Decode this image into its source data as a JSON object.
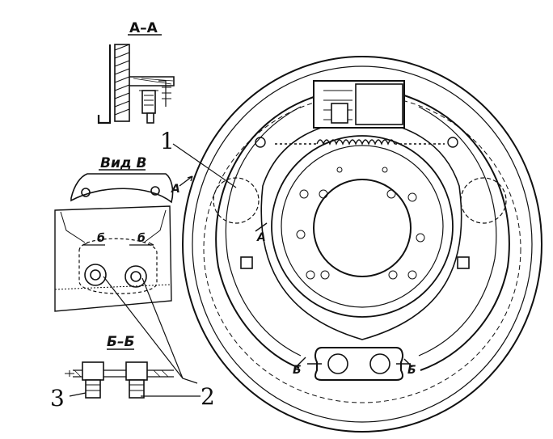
{
  "figure": {
    "section_labels": {
      "section_a": "А–А",
      "view_v": "Вид В",
      "section_b": "Б–Б"
    },
    "marks": {
      "a_upper": "А",
      "a_lower": "А",
      "b_left": "Б",
      "b_right": "Б",
      "delta_left": "б",
      "delta_right": "б"
    },
    "callouts": {
      "one": "1",
      "two": "2",
      "three": "3"
    }
  },
  "colors": {
    "ink": "#111111",
    "paper": "#ffffff"
  }
}
